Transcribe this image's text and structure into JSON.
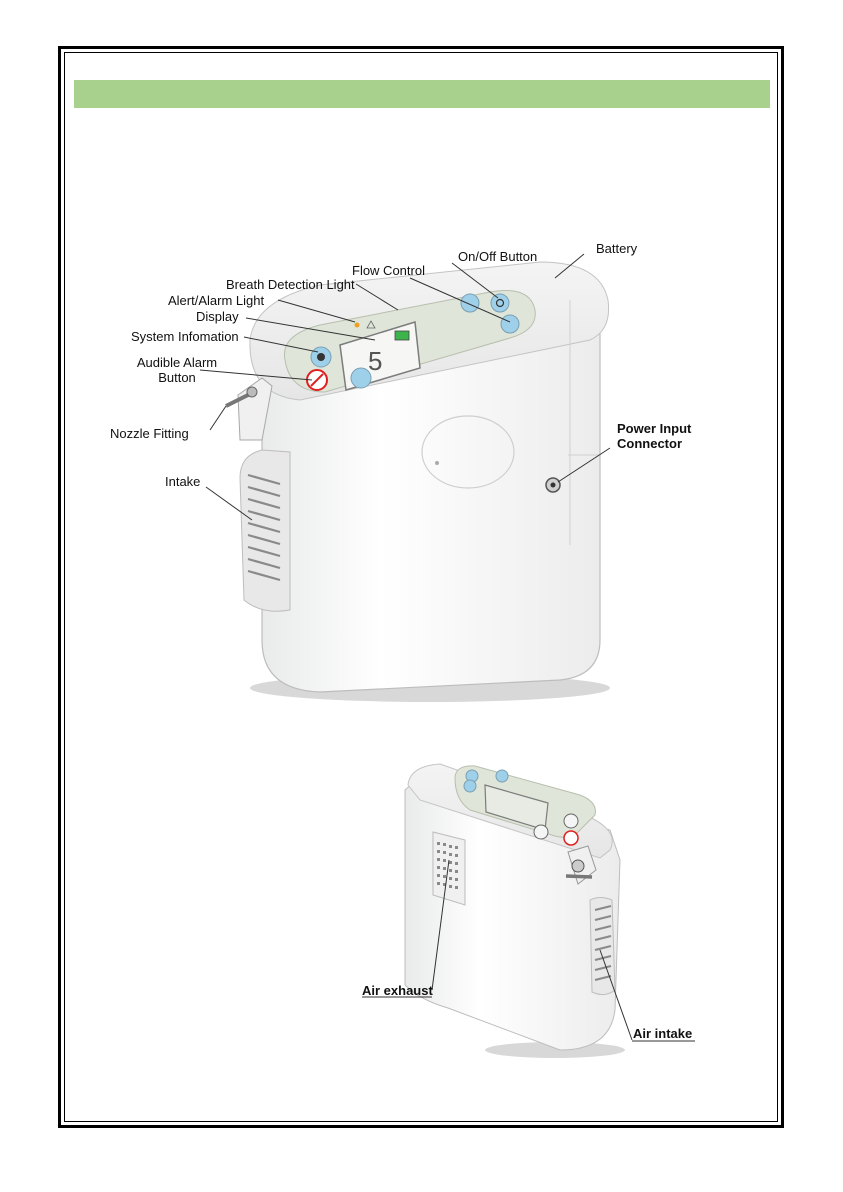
{
  "device_top": {
    "labels": {
      "on_off_button": "On/Off Button",
      "battery": "Battery",
      "flow_control": "Flow Control",
      "breath_detection_light": "Breath Detection Light",
      "alert_alarm_light": "Alert/Alarm Light",
      "display": "Display",
      "system_information": "System Infomation",
      "audible_alarm_line1": "Audible Alarm",
      "audible_alarm_line2": "Button",
      "nozzle_fitting": "Nozzle Fitting",
      "intake": "Intake",
      "power_input_line1": "Power Input",
      "power_input_line2": "Connector"
    },
    "screen_value": "5"
  },
  "device_bottom": {
    "labels": {
      "air_exhaust": "Air exhaust",
      "air_intake": "Air intake"
    }
  },
  "colors": {
    "header_bar": "#a9d18e",
    "button_blue": "#9fd0ea",
    "panel_gray": "#dfe5d8",
    "alarm_red": "#e02020"
  }
}
